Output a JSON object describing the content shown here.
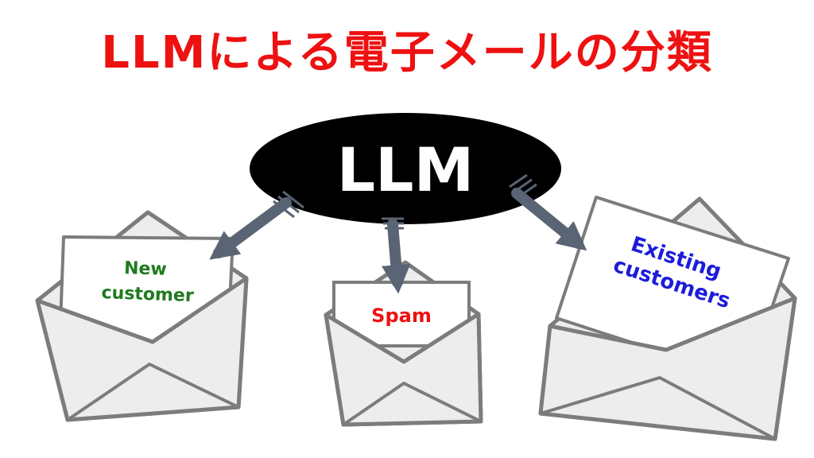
{
  "title": "LLMによる電子メールの分類",
  "center_node": {
    "label": "LLM"
  },
  "emails": [
    {
      "label_lines": [
        "New",
        "customer"
      ],
      "color": "#1e7a1e"
    },
    {
      "label_lines": [
        "Spam"
      ],
      "color": "#ee1111"
    },
    {
      "label_lines": [
        "Existing",
        "customers"
      ],
      "color": "#1c1cd9"
    }
  ],
  "colors": {
    "title": "#ee1111",
    "node_fill": "#000000",
    "node_text": "#ffffff",
    "arrow": "#596474",
    "envelope_fill": "#ededed",
    "envelope_stroke": "#7c7c7c",
    "card_fill": "#ffffff"
  }
}
